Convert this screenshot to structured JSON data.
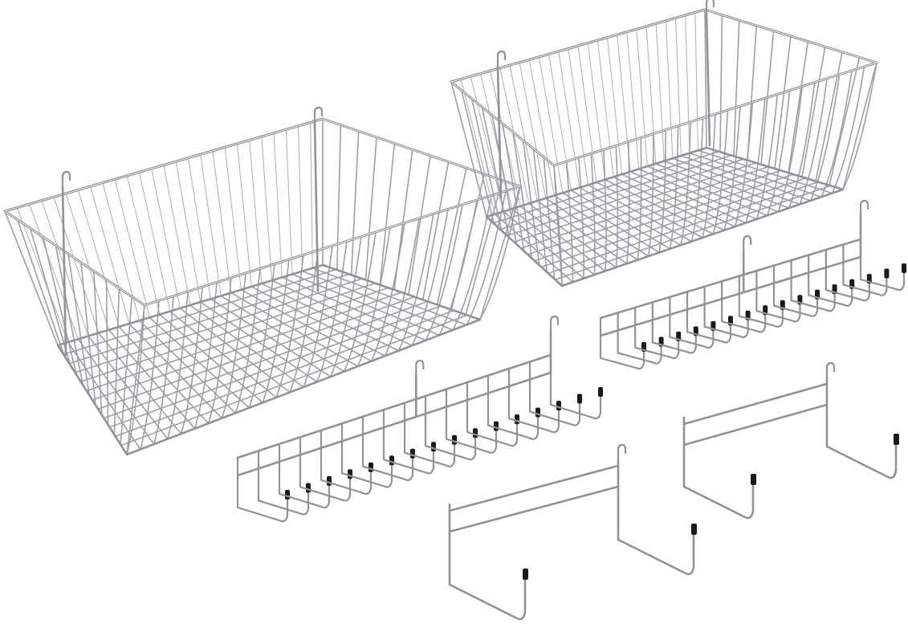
{
  "scene": {
    "background": "#ffffff",
    "wire_color": "#9c9fa4",
    "tip_color": "#1a1a1a",
    "objects": [
      "wire-basket-large",
      "wire-basket-medium",
      "multi-hook-rack-long",
      "multi-hook-rack-short",
      "double-hook-holder-large",
      "double-hook-holder-small"
    ]
  }
}
